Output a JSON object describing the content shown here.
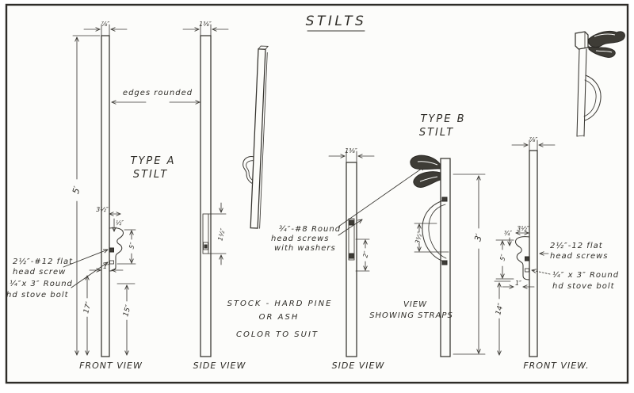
{
  "colors": {
    "paper": "#fcfcfa",
    "ink": "#35332e"
  },
  "title": "STILTS",
  "captions": {
    "view1": "FRONT VIEW",
    "view2": "SIDE VIEW",
    "view3": "SIDE VIEW",
    "view4": "FRONT VIEW."
  },
  "labels": {
    "type_a_1": "TYPE A",
    "type_a_2": "STILT",
    "type_b_1": "TYPE B",
    "type_b_2": "STILT",
    "edges": "edges rounded",
    "stock_1": "STOCK - HARD PINE",
    "stock_2": "OR ASH",
    "stock_3": "COLOR TO SUIT",
    "strap_view_1": "VIEW",
    "strap_view_2": "SHOWING STRAPS"
  },
  "notes": {
    "a_screw_1": "2½″-#12 flat",
    "a_screw_2": "head screw",
    "a_bolt_1": "¼″x 3″ Round",
    "a_bolt_2": "hd stove bolt",
    "b_washers_1": "¾″-#8 Round",
    "b_washers_2": "head screws",
    "b_washers_3": "with washers",
    "b_screw_1": "2½″-12 flat",
    "b_screw_2": "head screws",
    "b_bolt_1": "¼″ x 3″ Round",
    "b_bolt_2": "hd stove bolt"
  },
  "dims": {
    "a_front_width": "⅞″",
    "a_height": "5′",
    "a_bracket_offset": "3½″",
    "a_screw_offset": "½″",
    "a_bracket_height": "5″",
    "a_bracket_base": "1″",
    "a_left_height": "17″",
    "a_right_height": "15″",
    "a_side_thickness": "1⅜″",
    "a_slot_depth": "1½″",
    "b_side_thickness": "1⅜″",
    "b_slot_depth": "2″",
    "b_strap_spread": "3½″",
    "b_height": "3′",
    "b_front_width": "⅞″",
    "b_offset_a": "¾″",
    "b_offset_b": "3½″",
    "b_bracket_height": "5″",
    "b_bracket_base": "1″",
    "b_front_height": "14″"
  }
}
